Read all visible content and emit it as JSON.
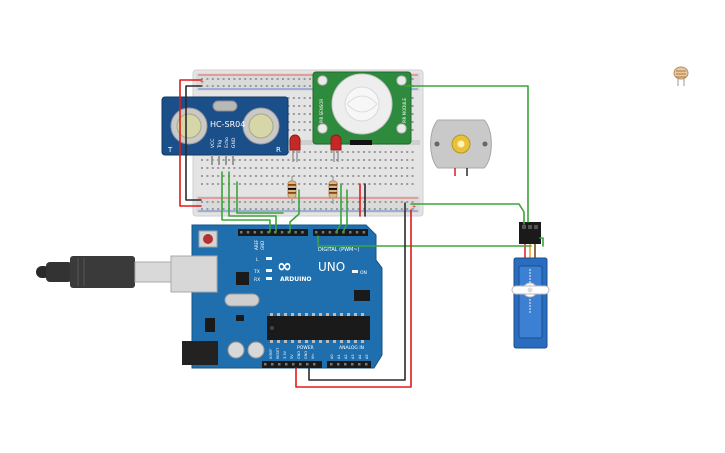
{
  "board": {
    "logo": "∞",
    "brand": "ARDUINO",
    "model": "UNO",
    "digital_label": "DIGITAL (PWM~)",
    "tx_label": "TX",
    "rx_label": "RX",
    "l_label": "L",
    "on_label": "ON",
    "aref_label": "AREF",
    "gnd_label": "GND",
    "power_label": "POWER",
    "analog_label": "ANALOG IN",
    "power_pins": [
      "IOREF",
      "RESET",
      "3.3V",
      "5V",
      "GND",
      "GND",
      "Vin"
    ],
    "analog_pins": [
      "A0",
      "A1",
      "A2",
      "A3",
      "A4",
      "A5"
    ]
  },
  "ultrasonic": {
    "model": "HC-SR04",
    "t_label": "T",
    "r_label": "R",
    "pins": [
      "VCC",
      "Trig",
      "Echo",
      "GND"
    ]
  },
  "pir": {
    "label_left": "PIR SENSOR",
    "label_right": "PIR MODULE"
  },
  "breadboard": {
    "plus": "+",
    "minus": "-"
  },
  "colors": {
    "arduino_blue": "#1f6fae",
    "wire_green": "#3aa53a",
    "wire_red": "#e01b1b",
    "wire_black": "#2b2b2b",
    "pir_green": "#2e8b3d",
    "servo_blue": "#2a6cc0",
    "sensor_blue": "#1b4f8a"
  }
}
